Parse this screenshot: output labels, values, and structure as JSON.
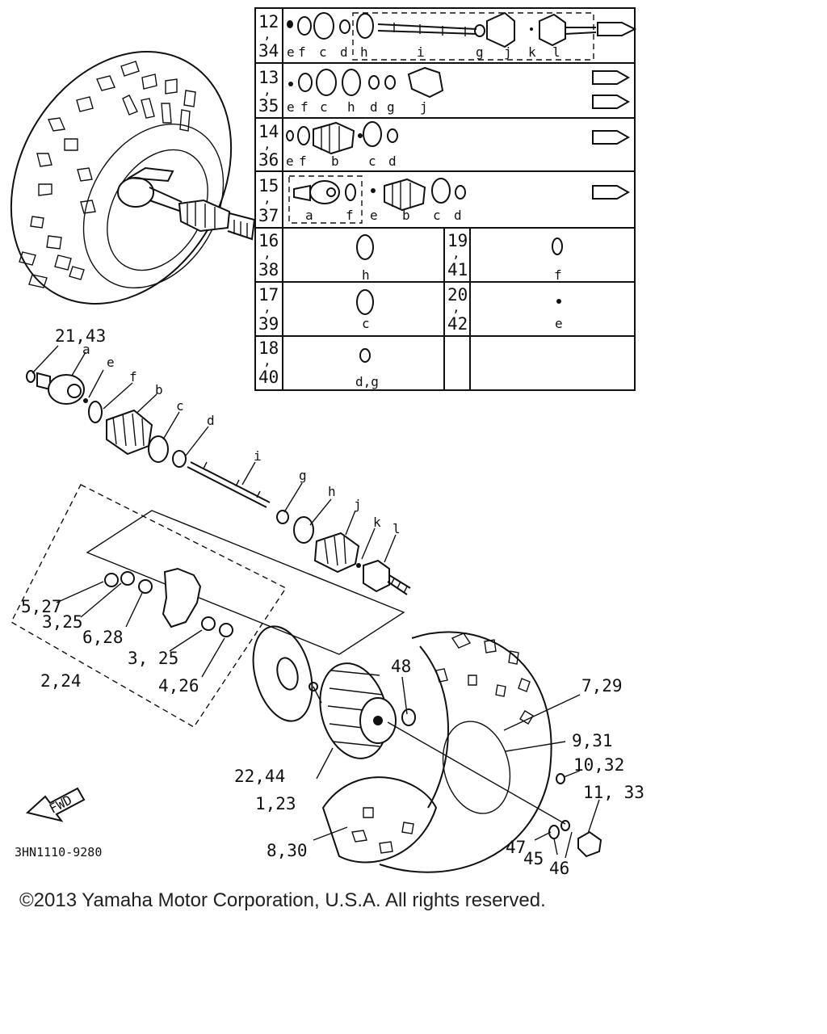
{
  "diagram_code": "3HN1110-9280",
  "fwd_label": "FWD",
  "copyright": "©2013 Yamaha Motor Corporation, U.S.A. All rights reserved.",
  "table": {
    "rows": [
      {
        "num_top": "12",
        "sep": ",",
        "num_bottom": "34",
        "letters": [
          "e",
          "f",
          "c",
          "d",
          "h",
          "i",
          "g",
          "j",
          "k",
          "l"
        ]
      },
      {
        "num_top": "13",
        "sep": ",",
        "num_bottom": "35",
        "letters": [
          "e",
          "f",
          "c",
          "h",
          "d",
          "g",
          "j"
        ]
      },
      {
        "num_top": "14",
        "sep": ",",
        "num_bottom": "36",
        "letters": [
          "e",
          "f",
          "b",
          "c",
          "d"
        ]
      },
      {
        "num_top": "15",
        "sep": ",",
        "num_bottom": "37",
        "letters": [
          "a",
          "f",
          "e",
          "b",
          "c",
          "d"
        ]
      },
      {
        "num_top": "16",
        "sep": ",",
        "num_bottom": "38",
        "letters": [
          "h"
        ]
      },
      {
        "num_top": "17",
        "sep": ",",
        "num_bottom": "39",
        "letters": [
          "c"
        ]
      },
      {
        "num_top": "18",
        "sep": ",",
        "num_bottom": "40",
        "letters": [
          "d,g"
        ]
      },
      {
        "num_top": "19",
        "sep": ",",
        "num_bottom": "41",
        "letters": [
          "f"
        ]
      },
      {
        "num_top": "20",
        "sep": ",",
        "num_bottom": "42",
        "letters": [
          "e"
        ]
      }
    ]
  },
  "callouts": {
    "c21_43": "21,43",
    "a": "a",
    "e": "e",
    "f": "f",
    "b": "b",
    "c": "c",
    "d": "d",
    "i": "i",
    "g": "g",
    "h": "h",
    "j": "j",
    "k": "k",
    "l": "l",
    "c5_27": "5,27",
    "c3_25a": "3,25",
    "c6_28": "6,28",
    "c3_25b": "3, 25",
    "c4_26": "4,26",
    "c2_24": "2,24",
    "c48": "48",
    "c7_29": "7,29",
    "c9_31": "9,31",
    "c10_32": "10,32",
    "c11_33": "11, 33",
    "c22_44": "22,44",
    "c1_23": "1,23",
    "c8_30": "8,30",
    "c47": "47",
    "c45": "45",
    "c46": "46"
  }
}
